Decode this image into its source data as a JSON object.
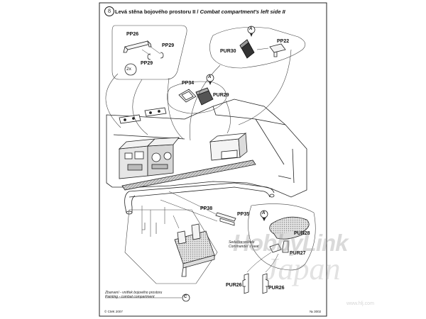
{
  "header": {
    "step_number": "8",
    "title_cz": "Levá stěna bojového prostoru II /",
    "title_en": "Combat compartment's left side II"
  },
  "parts": {
    "pp26": "PP26",
    "pp29_a": "PP29",
    "pp29_b": "PP29",
    "qty": "2x",
    "pur30": "PUR30",
    "pp22": "PP22",
    "pp34": "PP34",
    "pur29": "PUR29",
    "pp38": "PP38",
    "pp35": "PP35",
    "pur28": "PUR28",
    "pur27": "PUR27",
    "pur26_a": "PUR26",
    "pur26_b": "PUR26",
    "marker_a": "A",
    "marker_c": "C"
  },
  "seat_label": {
    "cz": "Sedačka velitele",
    "en": "Commander´s seat"
  },
  "painting_note": {
    "cz": "Zbarvení - vnitřek bojového prostoru",
    "en": "Painting - combat compartment"
  },
  "footer": {
    "copyright": "© CMK 2007",
    "code": "№ 3002"
  },
  "watermark": {
    "line1": "HobbyLink",
    "line2": "Japan",
    "line3": "www.hlj.com"
  },
  "colors": {
    "ink": "#111111",
    "frame": "#222222",
    "hatch": "#9a9a9a",
    "watermark": "#969696"
  }
}
